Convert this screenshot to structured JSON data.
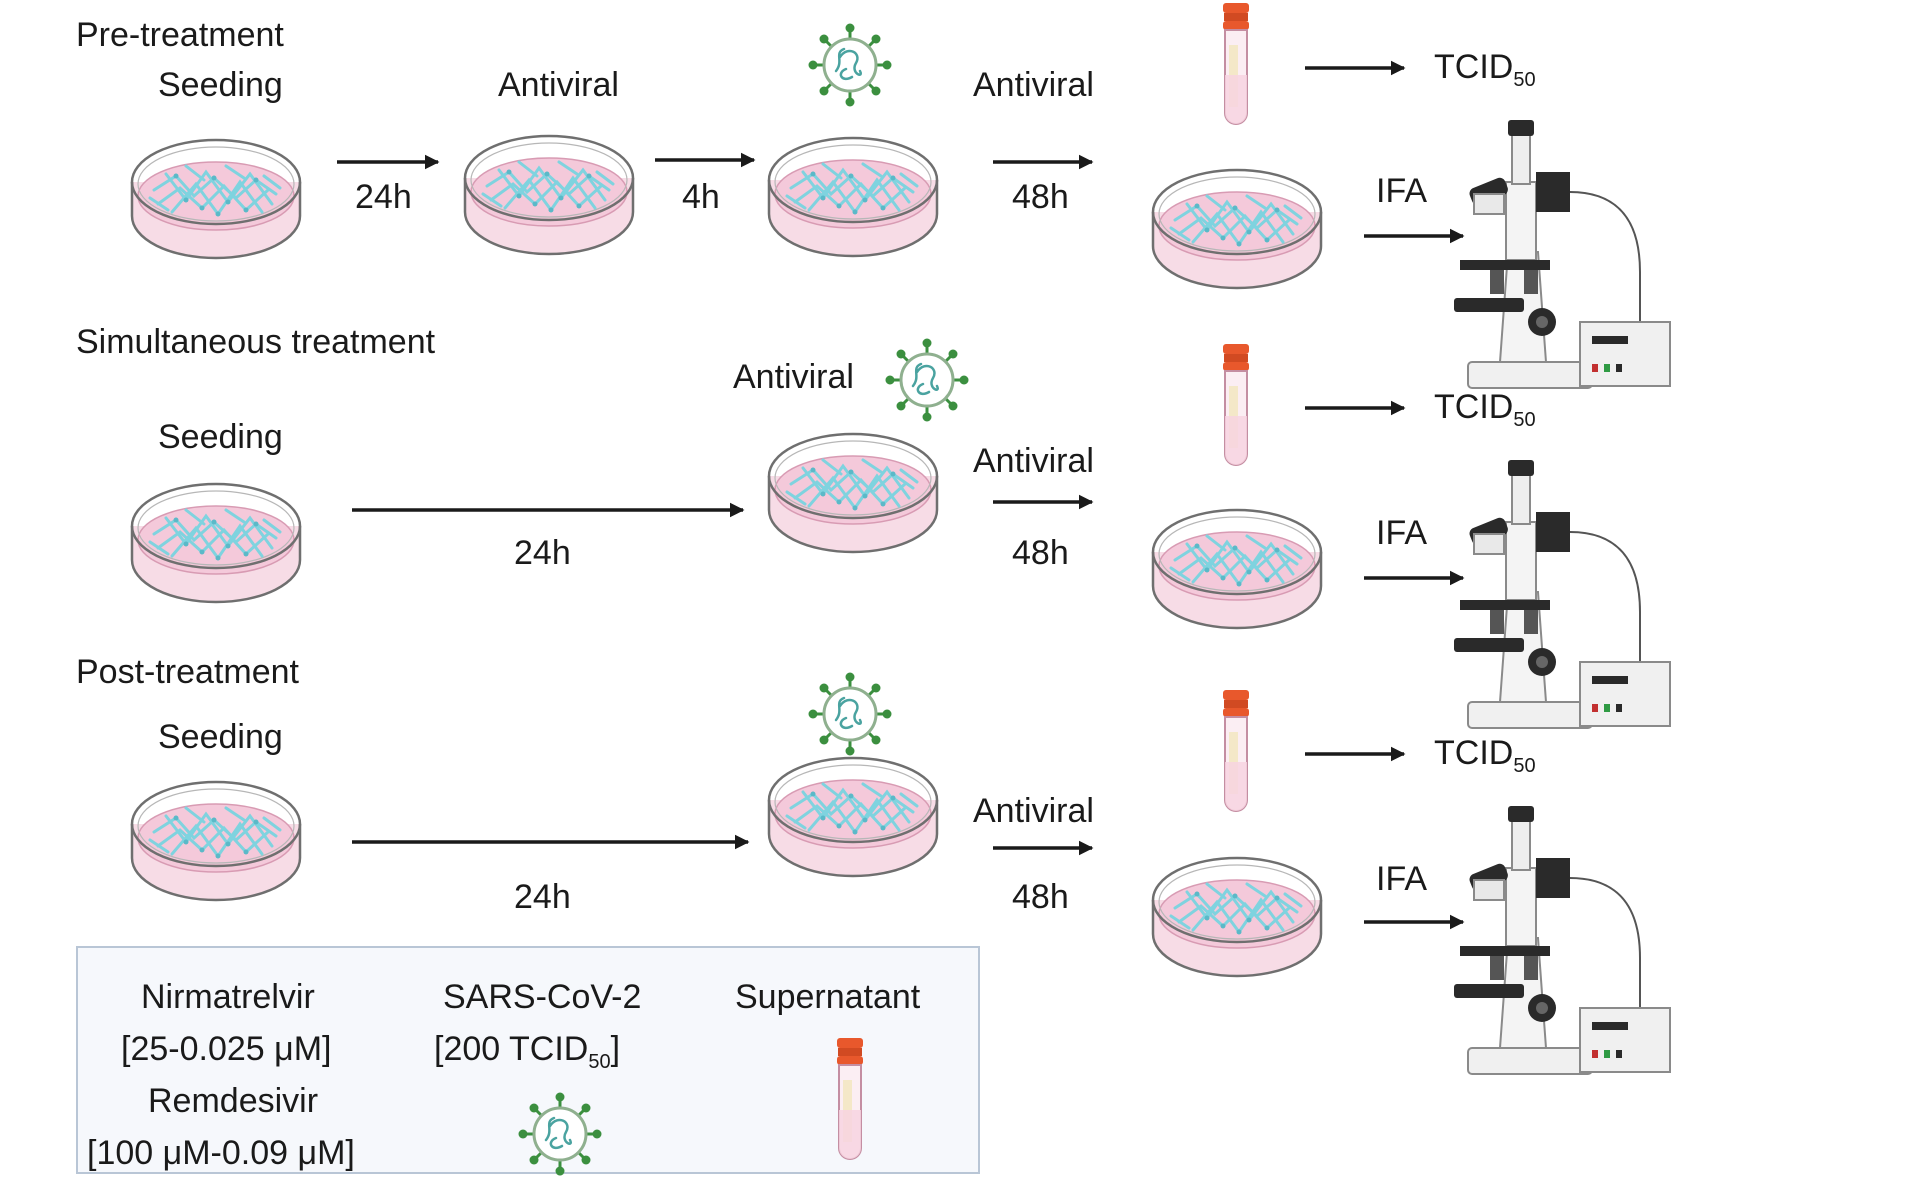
{
  "sections": {
    "pre": "Pre-treatment",
    "simultaneous": "Simultaneous treatment",
    "post": "Post-treatment"
  },
  "labels": {
    "seeding": "Seeding",
    "antiviral": "Antiviral",
    "t24h": "24h",
    "t4h": "4h",
    "t48h": "48h",
    "tcid": "TCID",
    "tcid_sub": "50",
    "ifa": "IFA"
  },
  "legend": {
    "nirmatrelvir": "Nirmatrelvir",
    "nirmatrelvir_range": "[25-0.025 μM]",
    "remdesivir": "Remdesivir",
    "remdesivir_range": "[100 μM-0.09 μM]",
    "sars": "SARS-CoV-2",
    "sars_dose": "[200 TCID",
    "sars_dose_sub": "50",
    "sars_dose_end": "]",
    "supernatant": "Supernatant"
  },
  "colors": {
    "dish_rim": "#6f6f6f",
    "medium": "#f4c9da",
    "cells": "#7fd3df",
    "virus": "#3b8f3f",
    "tube_cap": "#e8582c",
    "tube_body": "#f7d4e0",
    "arrow": "#1a1a1a",
    "legend_border": "#b9c6d6"
  },
  "icons": [
    "petri-dish-icon",
    "virus-icon",
    "sample-tube-icon",
    "microscope-icon",
    "arrow-icon"
  ]
}
